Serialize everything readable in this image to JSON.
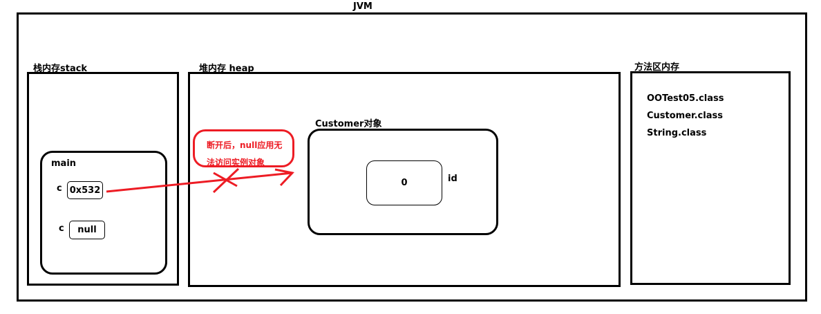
{
  "title": "JVM",
  "stack": {
    "label": "栈内存stack",
    "frame": "main",
    "vars": [
      {
        "name": "c",
        "value": "0x532"
      },
      {
        "name": "c",
        "value": "null"
      }
    ]
  },
  "heap": {
    "label": "堆内存 heap",
    "object_label": "Customer对象",
    "field_value": "0",
    "field_name": "id"
  },
  "method_area": {
    "label": "方法区内存",
    "classes": [
      "OOTest05.class",
      "Customer.class",
      "String.class"
    ]
  },
  "annotation": {
    "line1": "断开后，null应用无",
    "line2": "法访问实例对象"
  },
  "colors": {
    "annotation": "#ed1c24"
  }
}
